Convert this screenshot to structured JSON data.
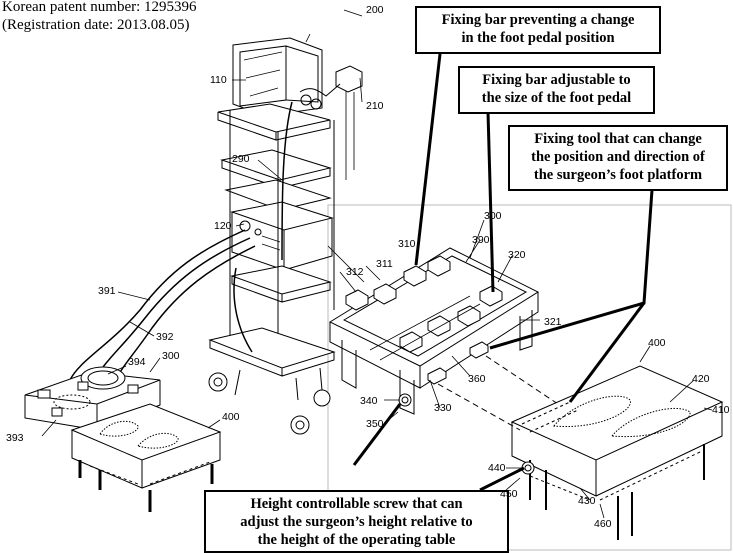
{
  "header": {
    "patent_number": "Korean patent number: 1295396",
    "registration_date": "(Registration date: 2013.08.05)"
  },
  "callouts": {
    "fixing_bar_position": [
      "Fixing bar preventing a change",
      "in the foot pedal position"
    ],
    "fixing_bar_size": [
      "Fixing bar adjustable to",
      "the size of the foot pedal"
    ],
    "fixing_tool": [
      "Fixing tool that can change",
      "the position and direction of",
      "the surgeon’s foot platform"
    ],
    "height_screw": [
      "Height controllable screw that can",
      "adjust the surgeon’s height relative to",
      "the height of the operating table"
    ]
  },
  "reference_numbers": {
    "n200": "200",
    "n110": "110",
    "n210": "210",
    "n290": "290",
    "n120": "120",
    "n391": "391",
    "n392": "392",
    "n394": "394",
    "n300a": "300",
    "n393": "393",
    "n400a": "400",
    "n300b": "300",
    "n310": "310",
    "n390": "390",
    "n312": "312",
    "n311": "311",
    "n320": "320",
    "n321": "321",
    "n360": "360",
    "n340": "340",
    "n330": "330",
    "n350": "350",
    "n400b": "400",
    "n420": "420",
    "n410": "410",
    "n440": "440",
    "n450": "450",
    "n430": "430",
    "n460": "460"
  },
  "colors": {
    "ink": "#000000",
    "detail_frame": "#bbbbbb",
    "background": "#ffffff"
  }
}
